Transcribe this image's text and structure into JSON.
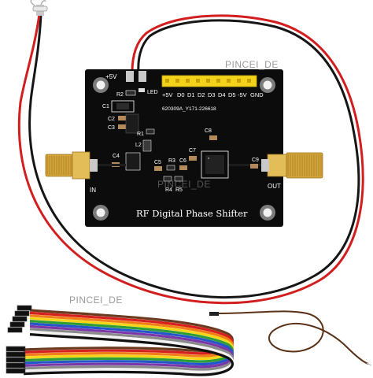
{
  "watermarks": [
    "PINCEI_DE",
    "PINCEI_DE",
    "PINCEI_DE"
  ],
  "board": {
    "title": "RF Digital Phase Shifter",
    "code": "620309A_Y171-226618",
    "power_label": "+5V",
    "led_label": "LED",
    "in_label": "IN",
    "out_label": "OUT",
    "header_pins": [
      "+5V",
      "D0",
      "D1",
      "D2",
      "D3",
      "D4",
      "D5",
      "-5V",
      "GND"
    ],
    "components": {
      "r2": "R2",
      "c1": "C1",
      "c2": "C2",
      "c3": "C3",
      "c4": "C4",
      "c5": "C5",
      "c6": "C6",
      "c7": "C7",
      "c8": "C8",
      "c9": "C9",
      "r1": "R1",
      "r3": "R3",
      "r4": "R4",
      "r5": "R5",
      "l2": "L2"
    }
  },
  "colors": {
    "pcb": "#0c0c0c",
    "silkscreen": "#ffffff",
    "gold": "#d4a63a",
    "header": "#f2d21b",
    "wire_red": "#d21e1e",
    "wire_black": "#161616",
    "ribbon": [
      "#6b3b1f",
      "#d61f1f",
      "#f07d18",
      "#f5d516",
      "#2e9d36",
      "#2456c9",
      "#7b36a8",
      "#8a8a8a",
      "#f2f2f2",
      "#111111"
    ]
  }
}
